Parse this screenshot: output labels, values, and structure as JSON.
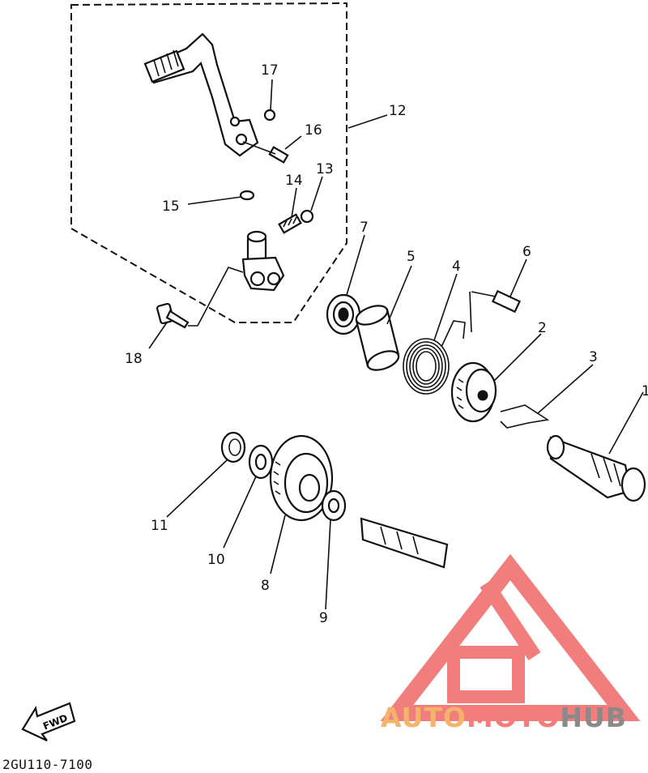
{
  "diagram": {
    "callouts": [
      "1",
      "2",
      "3",
      "4",
      "5",
      "6",
      "7",
      "8",
      "9",
      "10",
      "11",
      "12",
      "13",
      "14",
      "15",
      "16",
      "17",
      "18"
    ],
    "fwd_label": "FWD",
    "doc_code": "2GU110-7100"
  },
  "watermark": {
    "parts": [
      "AUTO",
      "MOTO",
      "HUB"
    ],
    "colors": {
      "auto": "#f5b26b",
      "moto": "#f47c7c",
      "hub": "#8a8a8a",
      "logo": "#f07070"
    }
  }
}
